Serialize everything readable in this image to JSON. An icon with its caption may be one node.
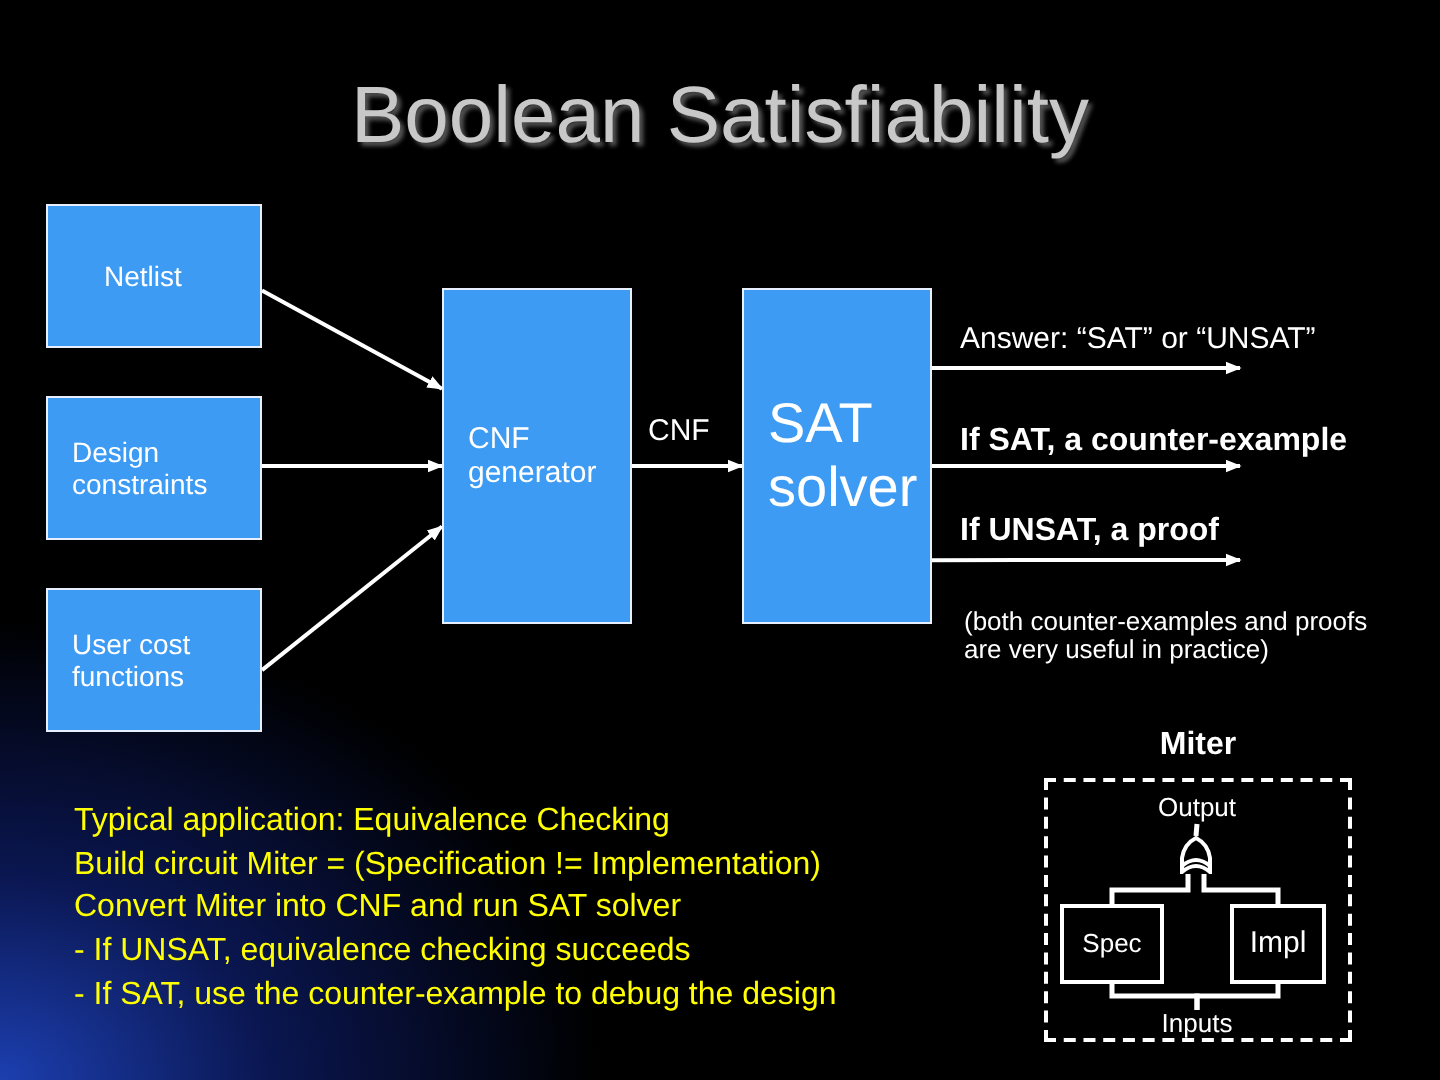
{
  "diagram": {
    "title": "Boolean Satisfiability",
    "nodes": [
      {
        "text": [
          "Netlist"
        ]
      },
      {
        "text": [
          "Design constraints"
        ]
      },
      {
        "text": [
          "User cost functions"
        ]
      },
      {
        "text": [
          "CNF generator"
        ]
      },
      {
        "text": [
          "SAT solver"
        ]
      },
      {
        "text": [
          "Miter"
        ]
      },
      {
        "text": [
          "Output"
        ],
        "in": 5
      },
      {
        "text": [],
        "shape": "gate",
        "in": 5
      },
      {
        "text": [
          "Spec"
        ],
        "in": 5
      },
      {
        "text": [
          "Impl"
        ],
        "in": 5
      },
      {
        "text": [
          "Inputs"
        ],
        "in": 5
      }
    ],
    "edges": [
      {
        "from": 0,
        "to": 3,
        "arrow": "to"
      },
      {
        "from": 1,
        "to": 3,
        "arrow": "to"
      },
      {
        "from": 2,
        "to": 3,
        "arrow": "to"
      },
      {
        "from": 3,
        "to": 4,
        "arrow": "to",
        "label": "CNF"
      },
      {
        "from": 4,
        "to": null,
        "arrow": "to",
        "label": "Answer: “SAT” or “UNSAT”"
      },
      {
        "from": 4,
        "to": null,
        "arrow": "to",
        "label": "If SAT, a counter-example"
      },
      {
        "from": 4,
        "to": null,
        "arrow": "to",
        "label": "If UNSAT, a proof"
      },
      {
        "from": 8,
        "to": 7,
        "arrow": "none"
      },
      {
        "from": 9,
        "to": 7,
        "arrow": "none"
      },
      {
        "from": 7,
        "to": 6,
        "arrow": "none"
      },
      {
        "from": 10,
        "to": 8,
        "arrow": "none"
      },
      {
        "from": 10,
        "to": 9,
        "arrow": "none"
      }
    ],
    "labels": [
      "(both counter-examples and proofs are very useful in practice)",
      "Typical application: Equivalence Checking",
      "Build circuit Miter = (Specification != Implementation)",
      "Convert Miter into CNF and run SAT solver",
      "- If UNSAT, equivalence checking succeeds",
      "- If SAT, use the counter-example to debug the design"
    ]
  }
}
